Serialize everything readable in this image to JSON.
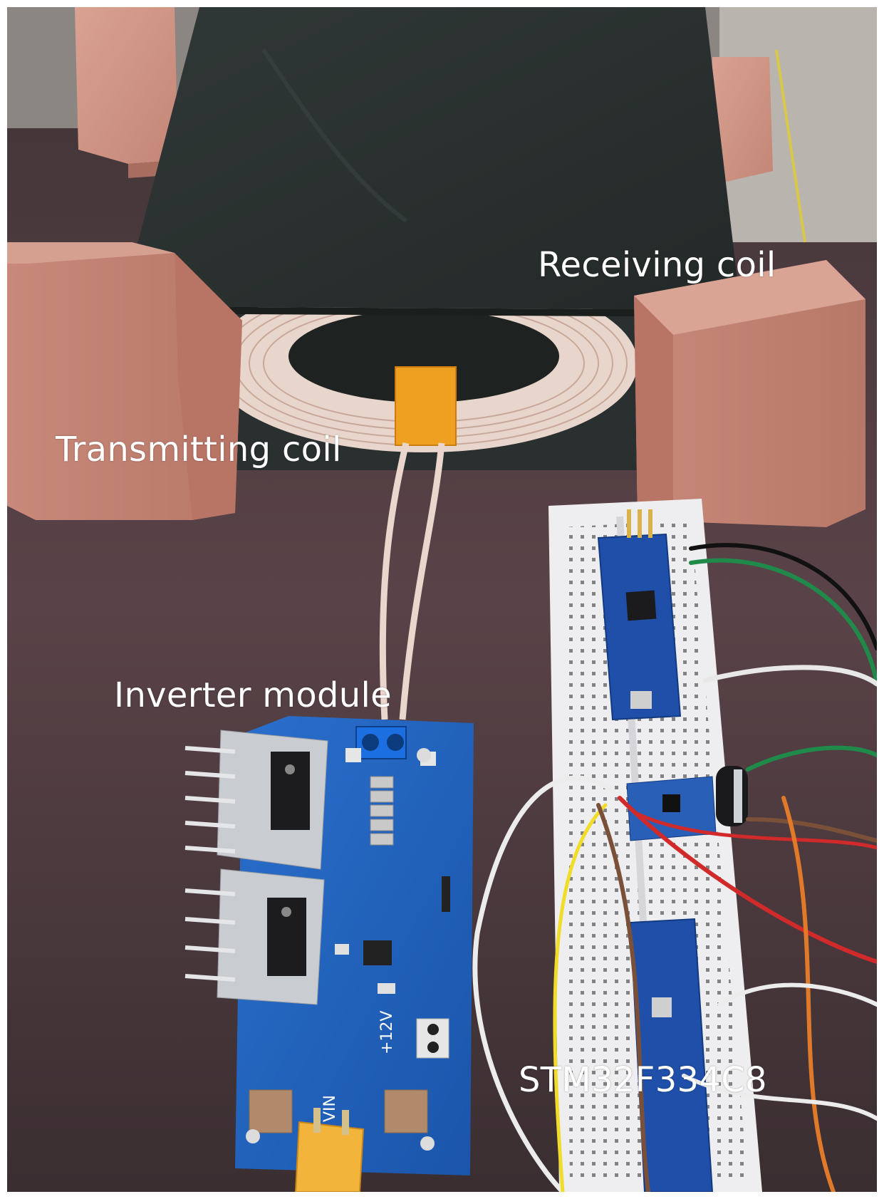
{
  "labels": {
    "receiving_coil": "Receiving coil",
    "transmitting_coil": "Transmitting coil",
    "inverter_module": "Inverter module",
    "microcontroller": "STM32F334C8"
  },
  "pcb_markings": {
    "vin": "VIN",
    "plus_12v": "+12V"
  },
  "colors": {
    "table": "#4a3a3e",
    "foam_block": "#c98a7a",
    "receiver_plate": "#2b3130",
    "coil_wire": "#e8d6cc",
    "kapton_tape": "#f0a020",
    "pcb_blue": "#1f5fb8",
    "breadboard": "#eeeef0",
    "heatsink": "#c9ccd0"
  }
}
